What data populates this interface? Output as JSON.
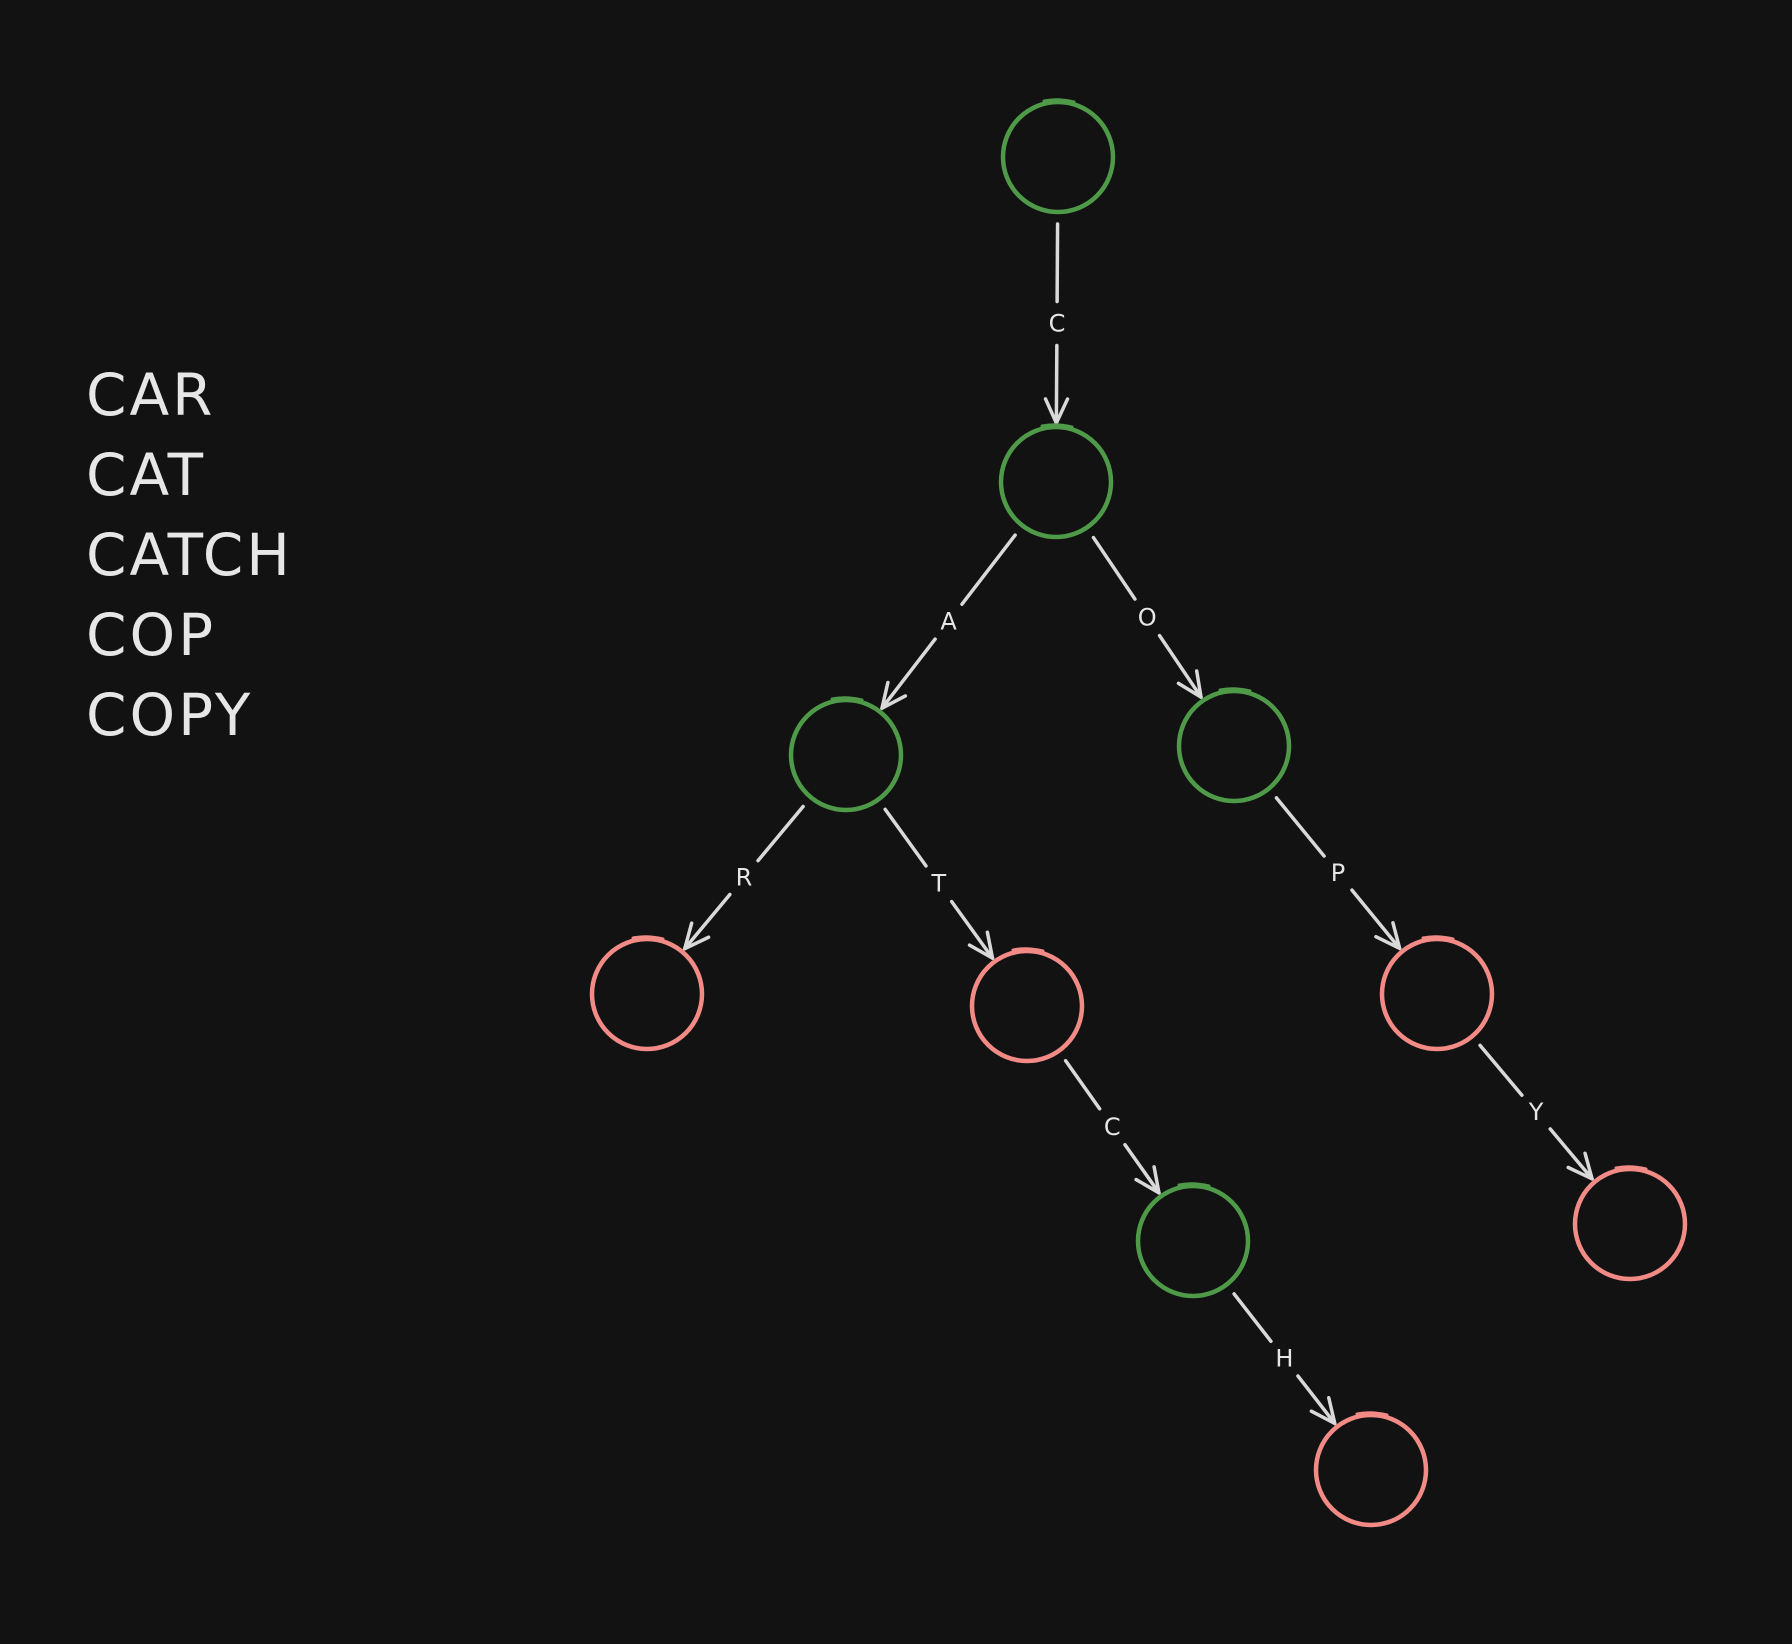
{
  "words": [
    "CAR",
    "CAT",
    "CATCH",
    "COP",
    "COPY"
  ],
  "colors": {
    "background": "#121212",
    "text": "#e6e6e6",
    "edge": "#d9d9d9",
    "internal_node": "#4e9a48",
    "terminal_node": "#f28a86"
  },
  "trie": {
    "nodes": [
      {
        "id": "root",
        "kind": "internal"
      },
      {
        "id": "c",
        "kind": "internal"
      },
      {
        "id": "ca",
        "kind": "internal"
      },
      {
        "id": "co",
        "kind": "internal"
      },
      {
        "id": "car",
        "kind": "terminal"
      },
      {
        "id": "cat",
        "kind": "terminal"
      },
      {
        "id": "cop",
        "kind": "terminal"
      },
      {
        "id": "catc",
        "kind": "internal"
      },
      {
        "id": "copy",
        "kind": "terminal"
      },
      {
        "id": "catch",
        "kind": "terminal"
      }
    ],
    "edges": [
      {
        "from": "root",
        "to": "c",
        "label": "C"
      },
      {
        "from": "c",
        "to": "ca",
        "label": "A"
      },
      {
        "from": "c",
        "to": "co",
        "label": "O"
      },
      {
        "from": "ca",
        "to": "car",
        "label": "R"
      },
      {
        "from": "ca",
        "to": "cat",
        "label": "T"
      },
      {
        "from": "co",
        "to": "cop",
        "label": "P"
      },
      {
        "from": "cat",
        "to": "catc",
        "label": "C"
      },
      {
        "from": "cop",
        "to": "copy",
        "label": "Y"
      },
      {
        "from": "catc",
        "to": "catch",
        "label": "H"
      }
    ]
  }
}
